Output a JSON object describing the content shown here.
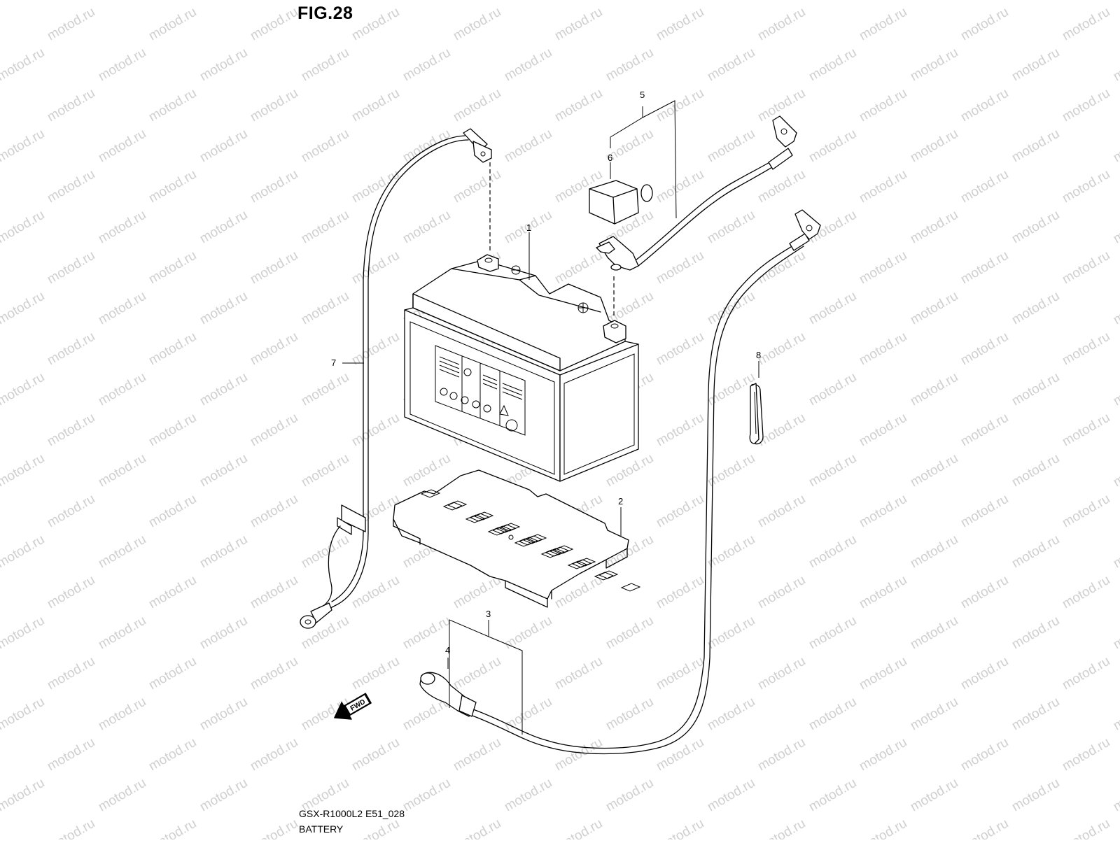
{
  "figure": {
    "title": "FIG.28",
    "model_code": "GSX-R1000L2 E51_028",
    "caption": "BATTERY",
    "watermark": "motod.ru",
    "direction_badge": "FWD"
  },
  "callouts": [
    "1",
    "2",
    "3",
    "4",
    "5",
    "6",
    "7",
    "8"
  ],
  "parts": [
    {
      "ref": "1",
      "icon": "battery-icon"
    },
    {
      "ref": "2",
      "icon": "battery-tray-icon"
    },
    {
      "ref": "3",
      "icon": "negative-cable-icon"
    },
    {
      "ref": "4",
      "icon": "terminal-boot-icon"
    },
    {
      "ref": "5",
      "icon": "positive-cable-icon"
    },
    {
      "ref": "6",
      "icon": "terminal-cover-icon"
    },
    {
      "ref": "7",
      "icon": "harness-lead-icon"
    },
    {
      "ref": "8",
      "icon": "clamp-icon"
    }
  ],
  "colors": {
    "line": "#000000",
    "background": "#ffffff",
    "watermark": "#cfcfcf"
  }
}
